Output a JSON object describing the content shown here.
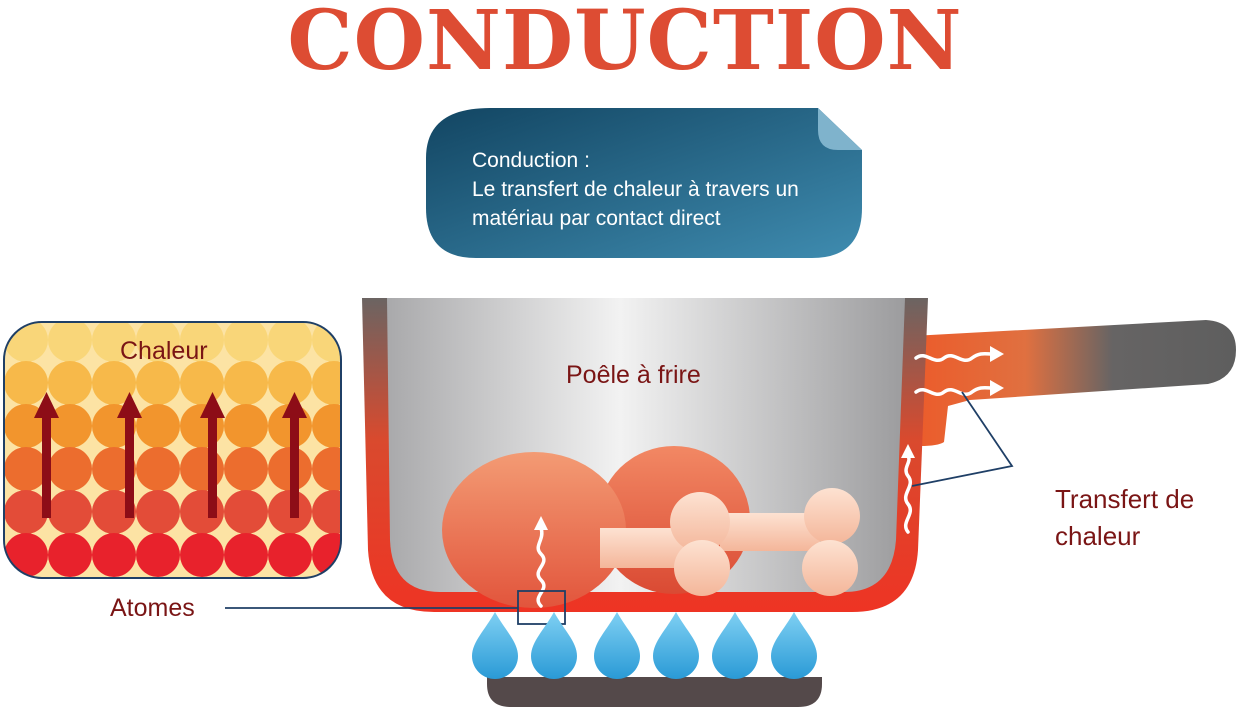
{
  "title": "CONDUCTION",
  "definition": {
    "heading": "Conduction :",
    "line1": "Le transfert de chaleur à travers un",
    "line2": "matériau par contact direct"
  },
  "labels": {
    "chaleur": "Chaleur",
    "pan": "Poêle à frire",
    "atomes": "Atomes",
    "transfer_line1": "Transfert de",
    "transfer_line2": "chaleur"
  },
  "colors": {
    "title": "#dd4c33",
    "label": "#7a1515",
    "box": "#1b5a7e",
    "flame": "#3aa6dc"
  },
  "icons": [
    "heat-arrow-icon",
    "flame-icon",
    "drumstick-icon",
    "wavy-arrow-icon"
  ]
}
